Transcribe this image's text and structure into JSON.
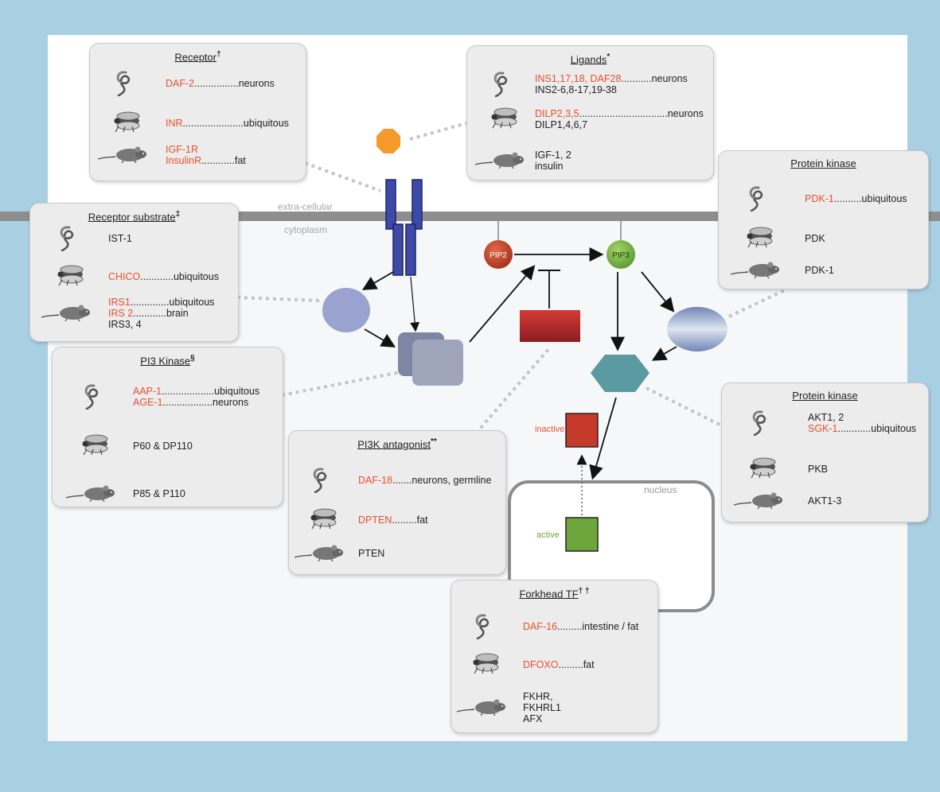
{
  "membrane": {
    "extracellular_label": "extra-cellular",
    "cytoplasm_label": "cytoplasm"
  },
  "nucleus_label": "nucleus",
  "states": {
    "inactive": "inactive",
    "active": "active"
  },
  "receptor_box": {
    "title": "Receptor",
    "mark": "†",
    "worm": {
      "lines": [
        {
          "red": "DAF-2",
          "rest": "................neurons"
        }
      ]
    },
    "fly": {
      "lines": [
        {
          "red": "INR",
          "rest": "......................ubiquitous"
        }
      ]
    },
    "mouse": {
      "lines": [
        {
          "red": "IGF-1R",
          "rest": ""
        },
        {
          "red": "InsulinR",
          "rest": "............fat"
        }
      ]
    }
  },
  "ligands_box": {
    "title": "Ligands",
    "mark": "*",
    "worm": {
      "lines": [
        {
          "red": "INS1,17,18, DAF28",
          "rest": "...........neurons"
        },
        {
          "red": "",
          "rest": "INS2-6,8-17,19-38"
        }
      ]
    },
    "fly": {
      "lines": [
        {
          "red": "DILP2,3,5",
          "rest": "................................neurons"
        },
        {
          "red": "",
          "rest": "DILP1,4,6,7"
        }
      ]
    },
    "mouse": {
      "lines": [
        {
          "red": "",
          "rest": "IGF-1, 2"
        },
        {
          "red": "",
          "rest": "insulin"
        }
      ]
    }
  },
  "substrate_box": {
    "title": "Receptor substrate",
    "mark": "‡",
    "worm": {
      "lines": [
        {
          "red": "",
          "rest": "IST-1"
        }
      ]
    },
    "fly": {
      "lines": [
        {
          "red": "CHICO",
          "rest": "............ubiquitous"
        }
      ]
    },
    "mouse": {
      "lines": [
        {
          "red": "IRS1",
          "rest": "..............ubiquitous"
        },
        {
          "red": "IRS 2",
          "rest": "............brain"
        },
        {
          "red": "",
          "rest": "IRS3, 4"
        }
      ]
    }
  },
  "pi3k_box": {
    "title": "PI3 Kinase",
    "mark": "§",
    "worm": {
      "lines": [
        {
          "red": "AAP-1",
          "rest": "...................ubiquitous"
        },
        {
          "red": "AGE-1",
          "rest": "..................neurons"
        }
      ]
    },
    "fly": {
      "lines": [
        {
          "red": "",
          "rest": "P60 & DP110"
        }
      ]
    },
    "mouse": {
      "lines": [
        {
          "red": "",
          "rest": "P85 & P110"
        }
      ]
    }
  },
  "antagonist_box": {
    "title": "PI3K antagonist",
    "mark": "**",
    "worm": {
      "lines": [
        {
          "red": "DAF-18",
          "rest": ".......neurons, germline"
        }
      ]
    },
    "fly": {
      "lines": [
        {
          "red": "DPTEN",
          "rest": ".........fat"
        }
      ]
    },
    "mouse": {
      "lines": [
        {
          "red": "",
          "rest": "PTEN"
        }
      ]
    }
  },
  "pk1_box": {
    "title": "Protein kinase",
    "mark": "",
    "worm": {
      "lines": [
        {
          "red": "PDK-1",
          "rest": "..........ubiquitous"
        }
      ]
    },
    "fly": {
      "lines": [
        {
          "red": "",
          "rest": "PDK"
        }
      ]
    },
    "mouse": {
      "lines": [
        {
          "red": "",
          "rest": "PDK-1"
        }
      ]
    }
  },
  "pk2_box": {
    "title": "Protein kinase",
    "mark": "",
    "worm": {
      "lines": [
        {
          "red": "",
          "rest": "AKT1, 2"
        },
        {
          "red": "SGK-1",
          "rest": "............ubiquitous"
        }
      ]
    },
    "fly": {
      "lines": [
        {
          "red": "",
          "rest": "PKB"
        }
      ]
    },
    "mouse": {
      "lines": [
        {
          "red": "",
          "rest": "AKT1-3"
        }
      ]
    }
  },
  "forkhead_box": {
    "title": "Forkhead TF",
    "mark": "† †",
    "worm": {
      "lines": [
        {
          "red": "DAF-16",
          "rest": ".........intestine / fat"
        }
      ]
    },
    "fly": {
      "lines": [
        {
          "red": "DFOXO",
          "rest": ".........fat"
        }
      ]
    },
    "mouse": {
      "lines": [
        {
          "red": "",
          "rest": "FKHR,"
        },
        {
          "red": "",
          "rest": "FKHRL1"
        },
        {
          "red": "",
          "rest": "AFX"
        }
      ]
    }
  },
  "colors": {
    "gene_red": "#e8502d",
    "receptor_blue": "#3e4aa8",
    "substrate": "#9aa2cf",
    "pi3k": "#8d95ad",
    "pip2": "#c0442b",
    "pip3": "#7bb644",
    "pten": "#b3262a",
    "pdk": "#8da0c4",
    "akt": "#5a9aa0",
    "ligand": "#f39a2a",
    "foxo_inactive": "#c63a2c",
    "foxo_active": "#6ea63c"
  }
}
